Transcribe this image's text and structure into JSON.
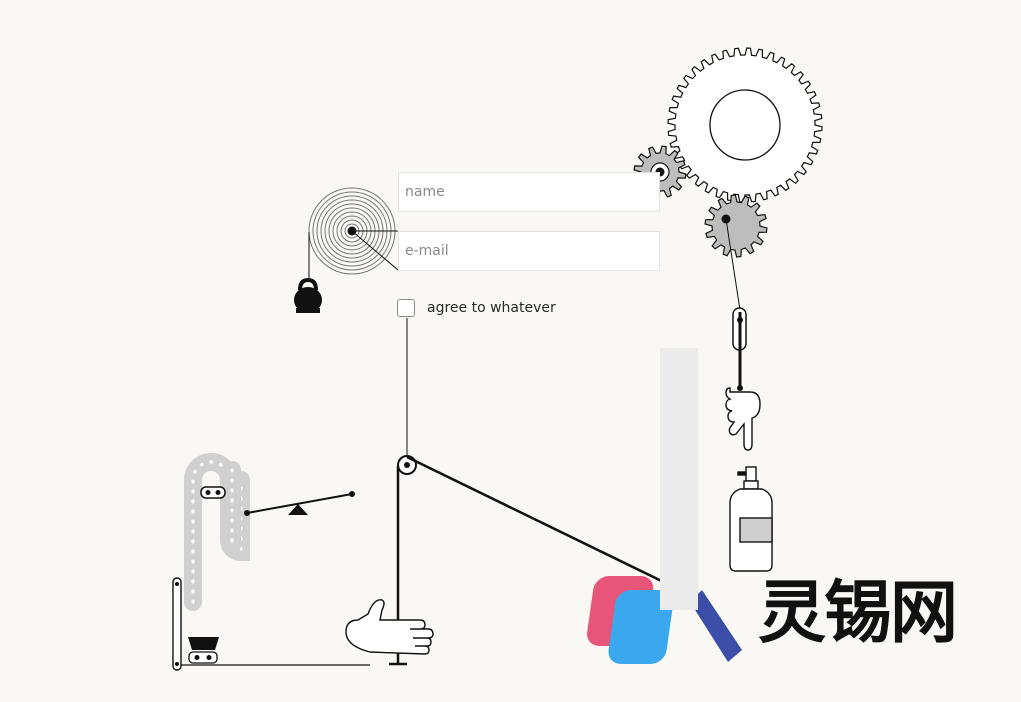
{
  "form": {
    "name_placeholder": "name",
    "email_placeholder": "e-mail",
    "agree_label": "agree to whatever"
  },
  "watermark": {
    "text": "灵锡网"
  },
  "colors": {
    "background": "#f9f8f4",
    "ink": "#111111",
    "gear_gray": "#bdbdbd",
    "conveyor_gray": "#d0d0d0",
    "watermark_pink": "#e8557a",
    "watermark_blue": "#3aa7ef",
    "watermark_navy": "#3c4fa8"
  },
  "icons": [
    "kettlebell-icon",
    "spiral-spring-icon",
    "gear-icon",
    "hand-pointing-icon",
    "spray-bottle-icon",
    "open-hand-icon",
    "cart-icon",
    "seesaw-icon",
    "pulley-icon"
  ]
}
